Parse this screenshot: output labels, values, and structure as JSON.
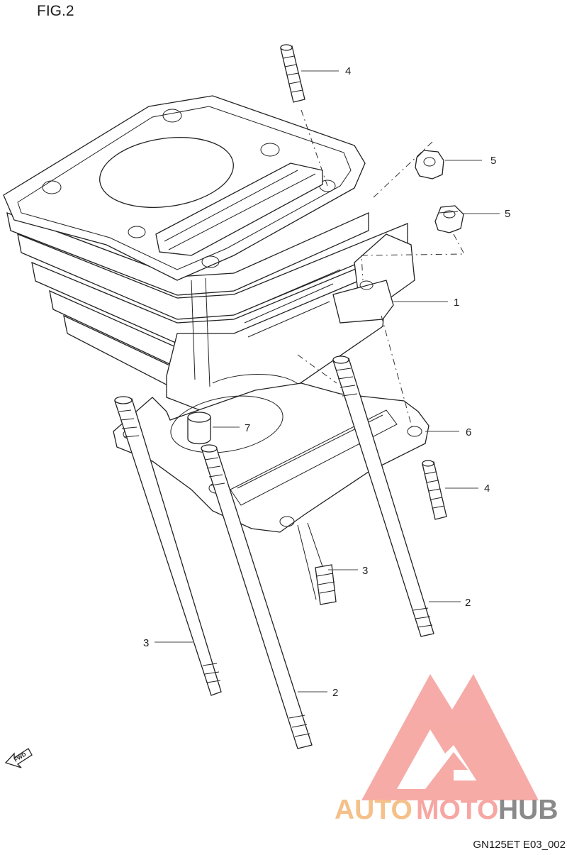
{
  "figure": {
    "title": "FIG.2",
    "code": "GN125ET E03_002"
  },
  "callouts": {
    "c1": "1",
    "c2a": "2",
    "c2b": "2",
    "c3a": "3",
    "c3b": "3",
    "c4a": "4",
    "c4b": "4",
    "c5a": "5",
    "c5b": "5",
    "c6": "6",
    "c7": "7"
  },
  "fwd_label": "FWD",
  "watermark": {
    "part1": "AUTO",
    "part2": "MOTO",
    "part3": "HUB",
    "colors": {
      "auto": "#f5c089",
      "moto": "#f6a7a3",
      "hub": "#8a8a8a",
      "mark": "#f6a7a3"
    }
  }
}
